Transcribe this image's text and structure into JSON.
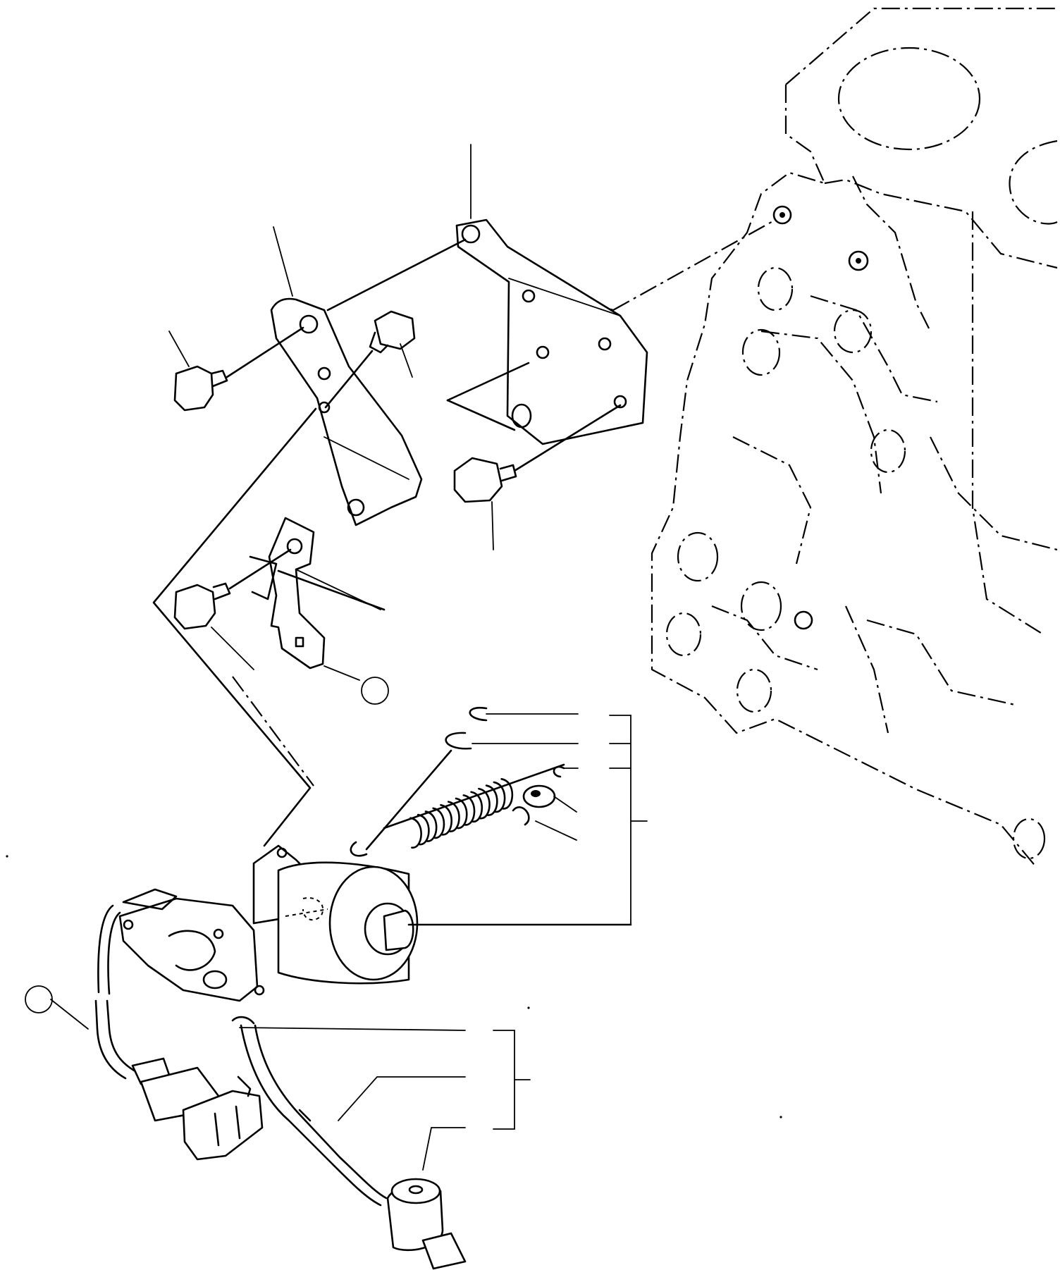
{
  "figure": {
    "type": "exploded parts diagram",
    "stroke_color": "#000000",
    "background_color": "#ffffff"
  },
  "callouts": [
    {
      "id": "ref-circle-a",
      "label": ""
    },
    {
      "id": "ref-circle-b",
      "label": ""
    }
  ]
}
